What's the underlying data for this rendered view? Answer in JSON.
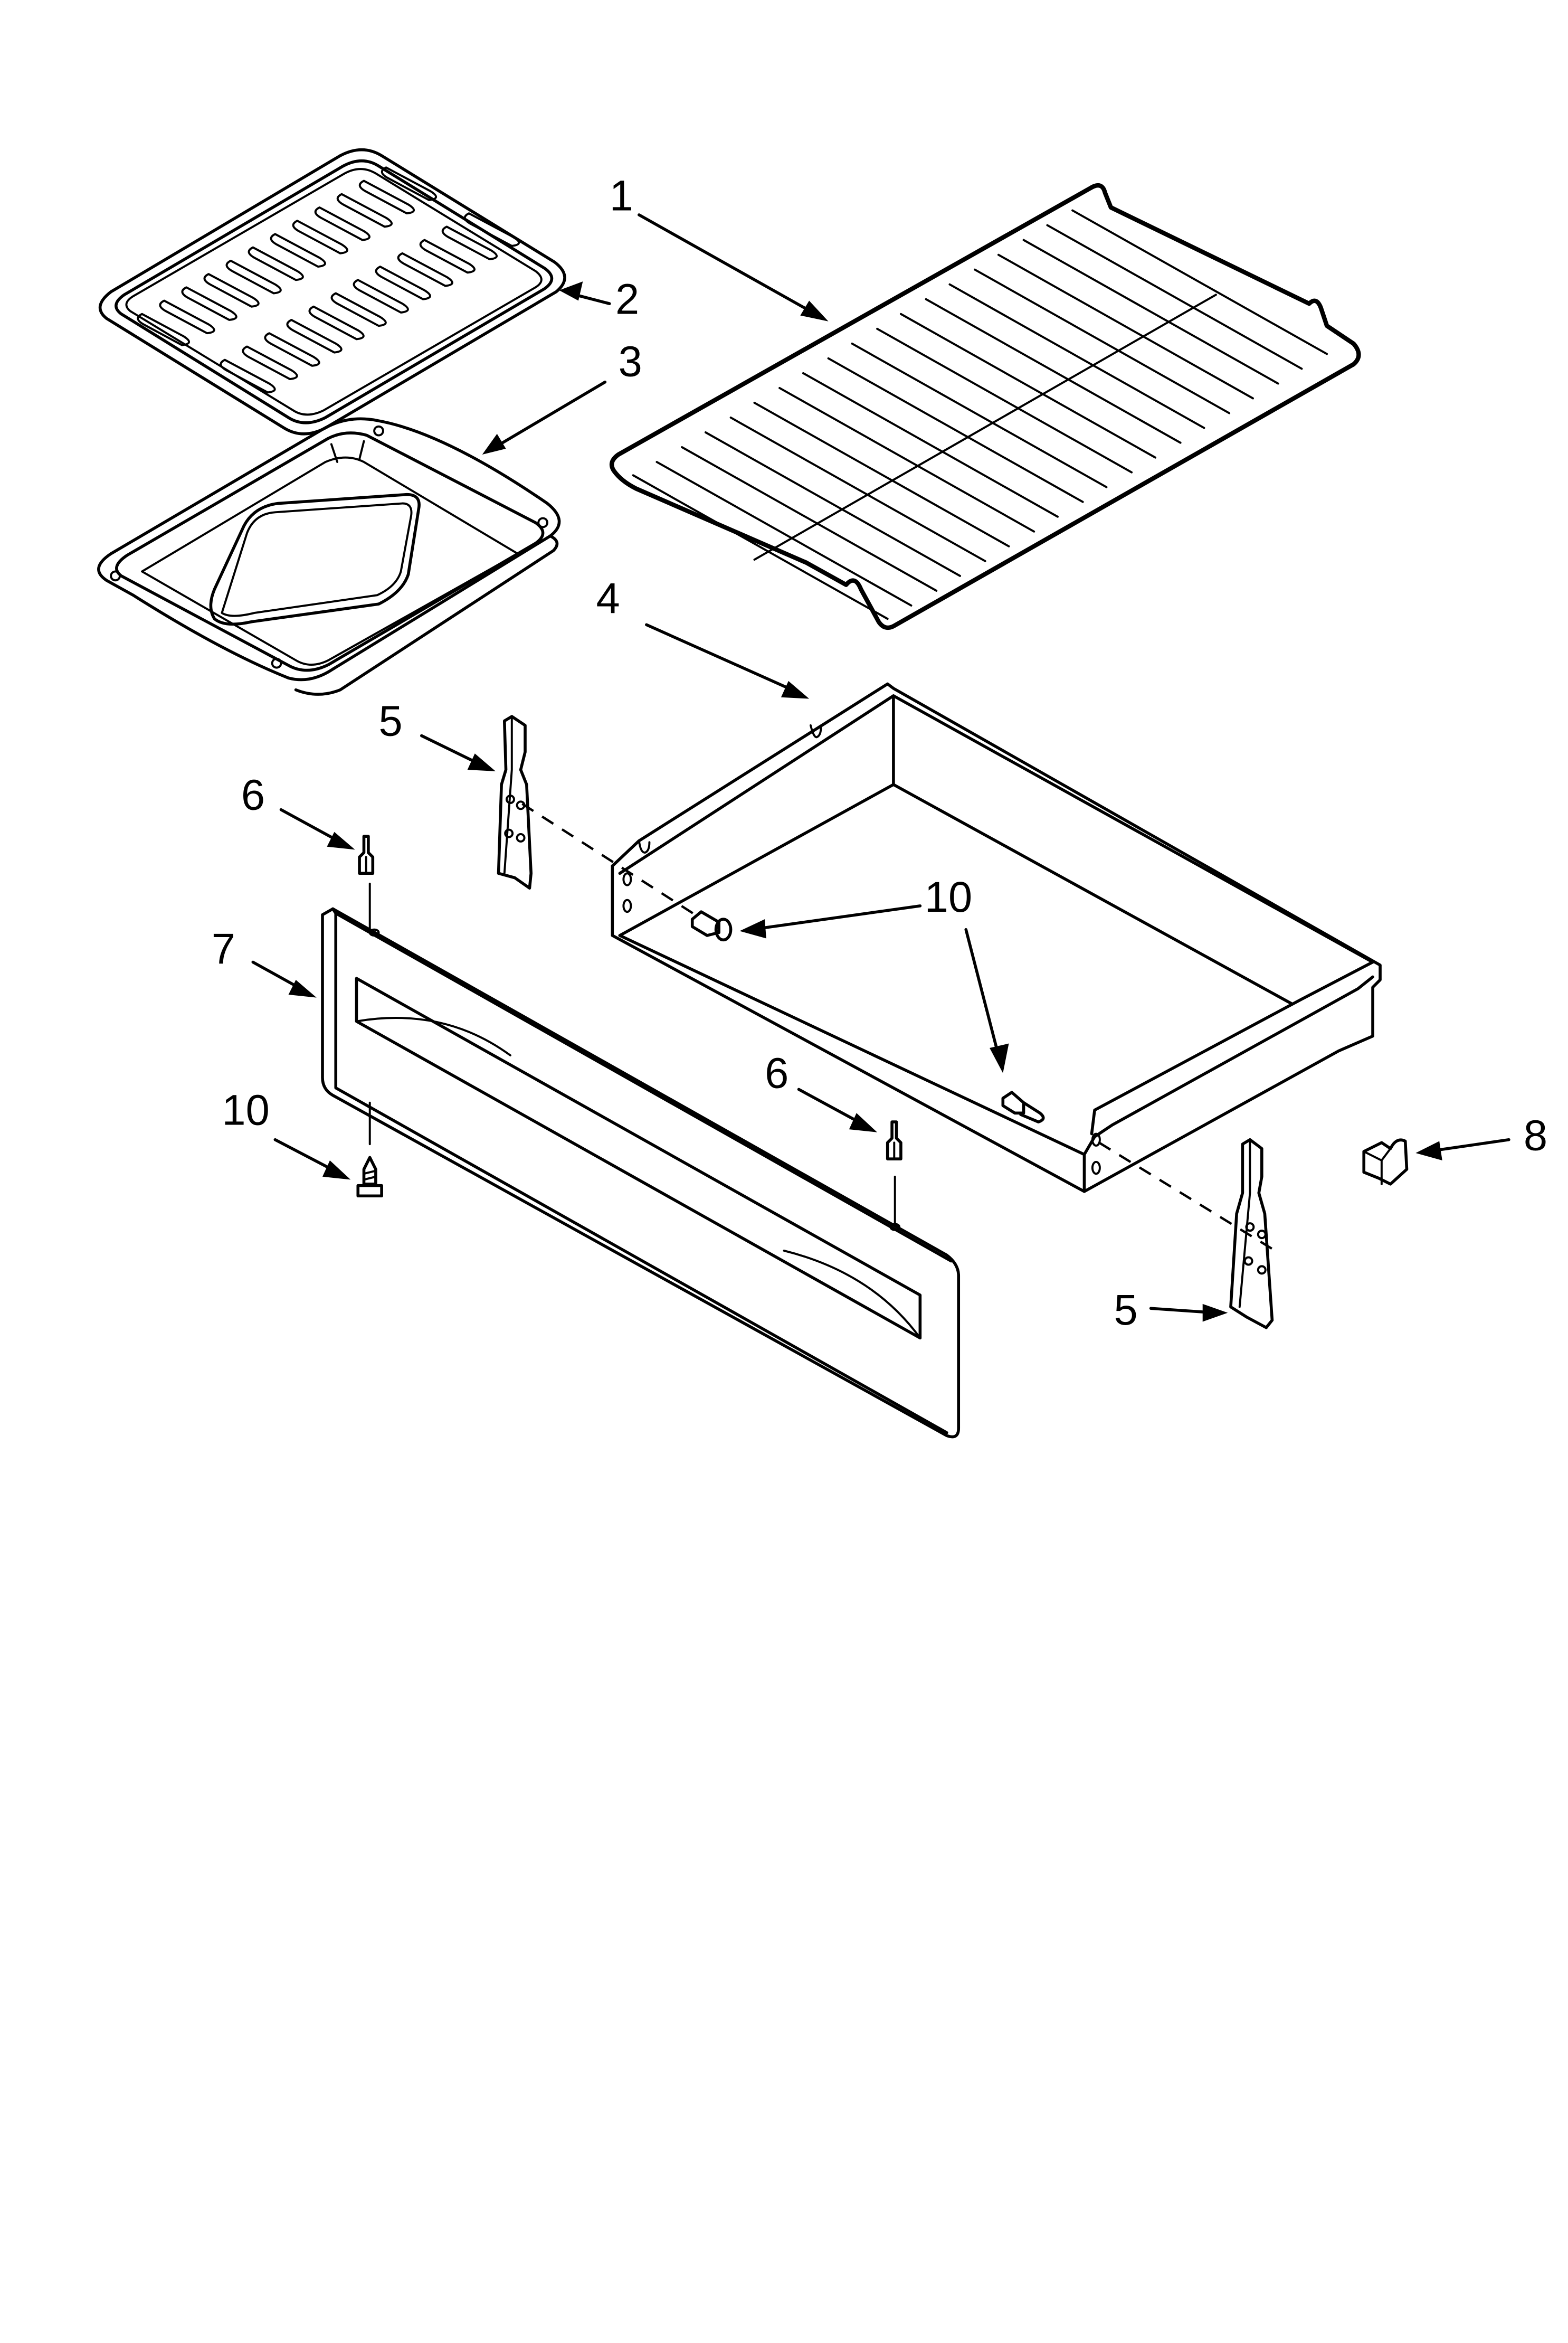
{
  "diagram": {
    "type": "exploded-parts-diagram",
    "background": "#ffffff",
    "line_color": "#000000",
    "callouts": [
      {
        "id": "c1",
        "label": "1",
        "part": "oven-rack"
      },
      {
        "id": "c2",
        "label": "2",
        "part": "broiler-grid"
      },
      {
        "id": "c3",
        "label": "3",
        "part": "broiler-pan"
      },
      {
        "id": "c4",
        "label": "4",
        "part": "drawer-body"
      },
      {
        "id": "c5a",
        "label": "5",
        "part": "drawer-slide-left"
      },
      {
        "id": "c5b",
        "label": "5",
        "part": "drawer-slide-right"
      },
      {
        "id": "c6a",
        "label": "6",
        "part": "panel-stud-left"
      },
      {
        "id": "c6b",
        "label": "6",
        "part": "panel-stud-right"
      },
      {
        "id": "c7",
        "label": "7",
        "part": "drawer-front-panel"
      },
      {
        "id": "c8",
        "label": "8",
        "part": "drawer-stop-clip"
      },
      {
        "id": "c10a",
        "label": "10",
        "part": "screw-panel"
      },
      {
        "id": "c10b",
        "label": "10",
        "part": "screw-drawer"
      }
    ]
  }
}
